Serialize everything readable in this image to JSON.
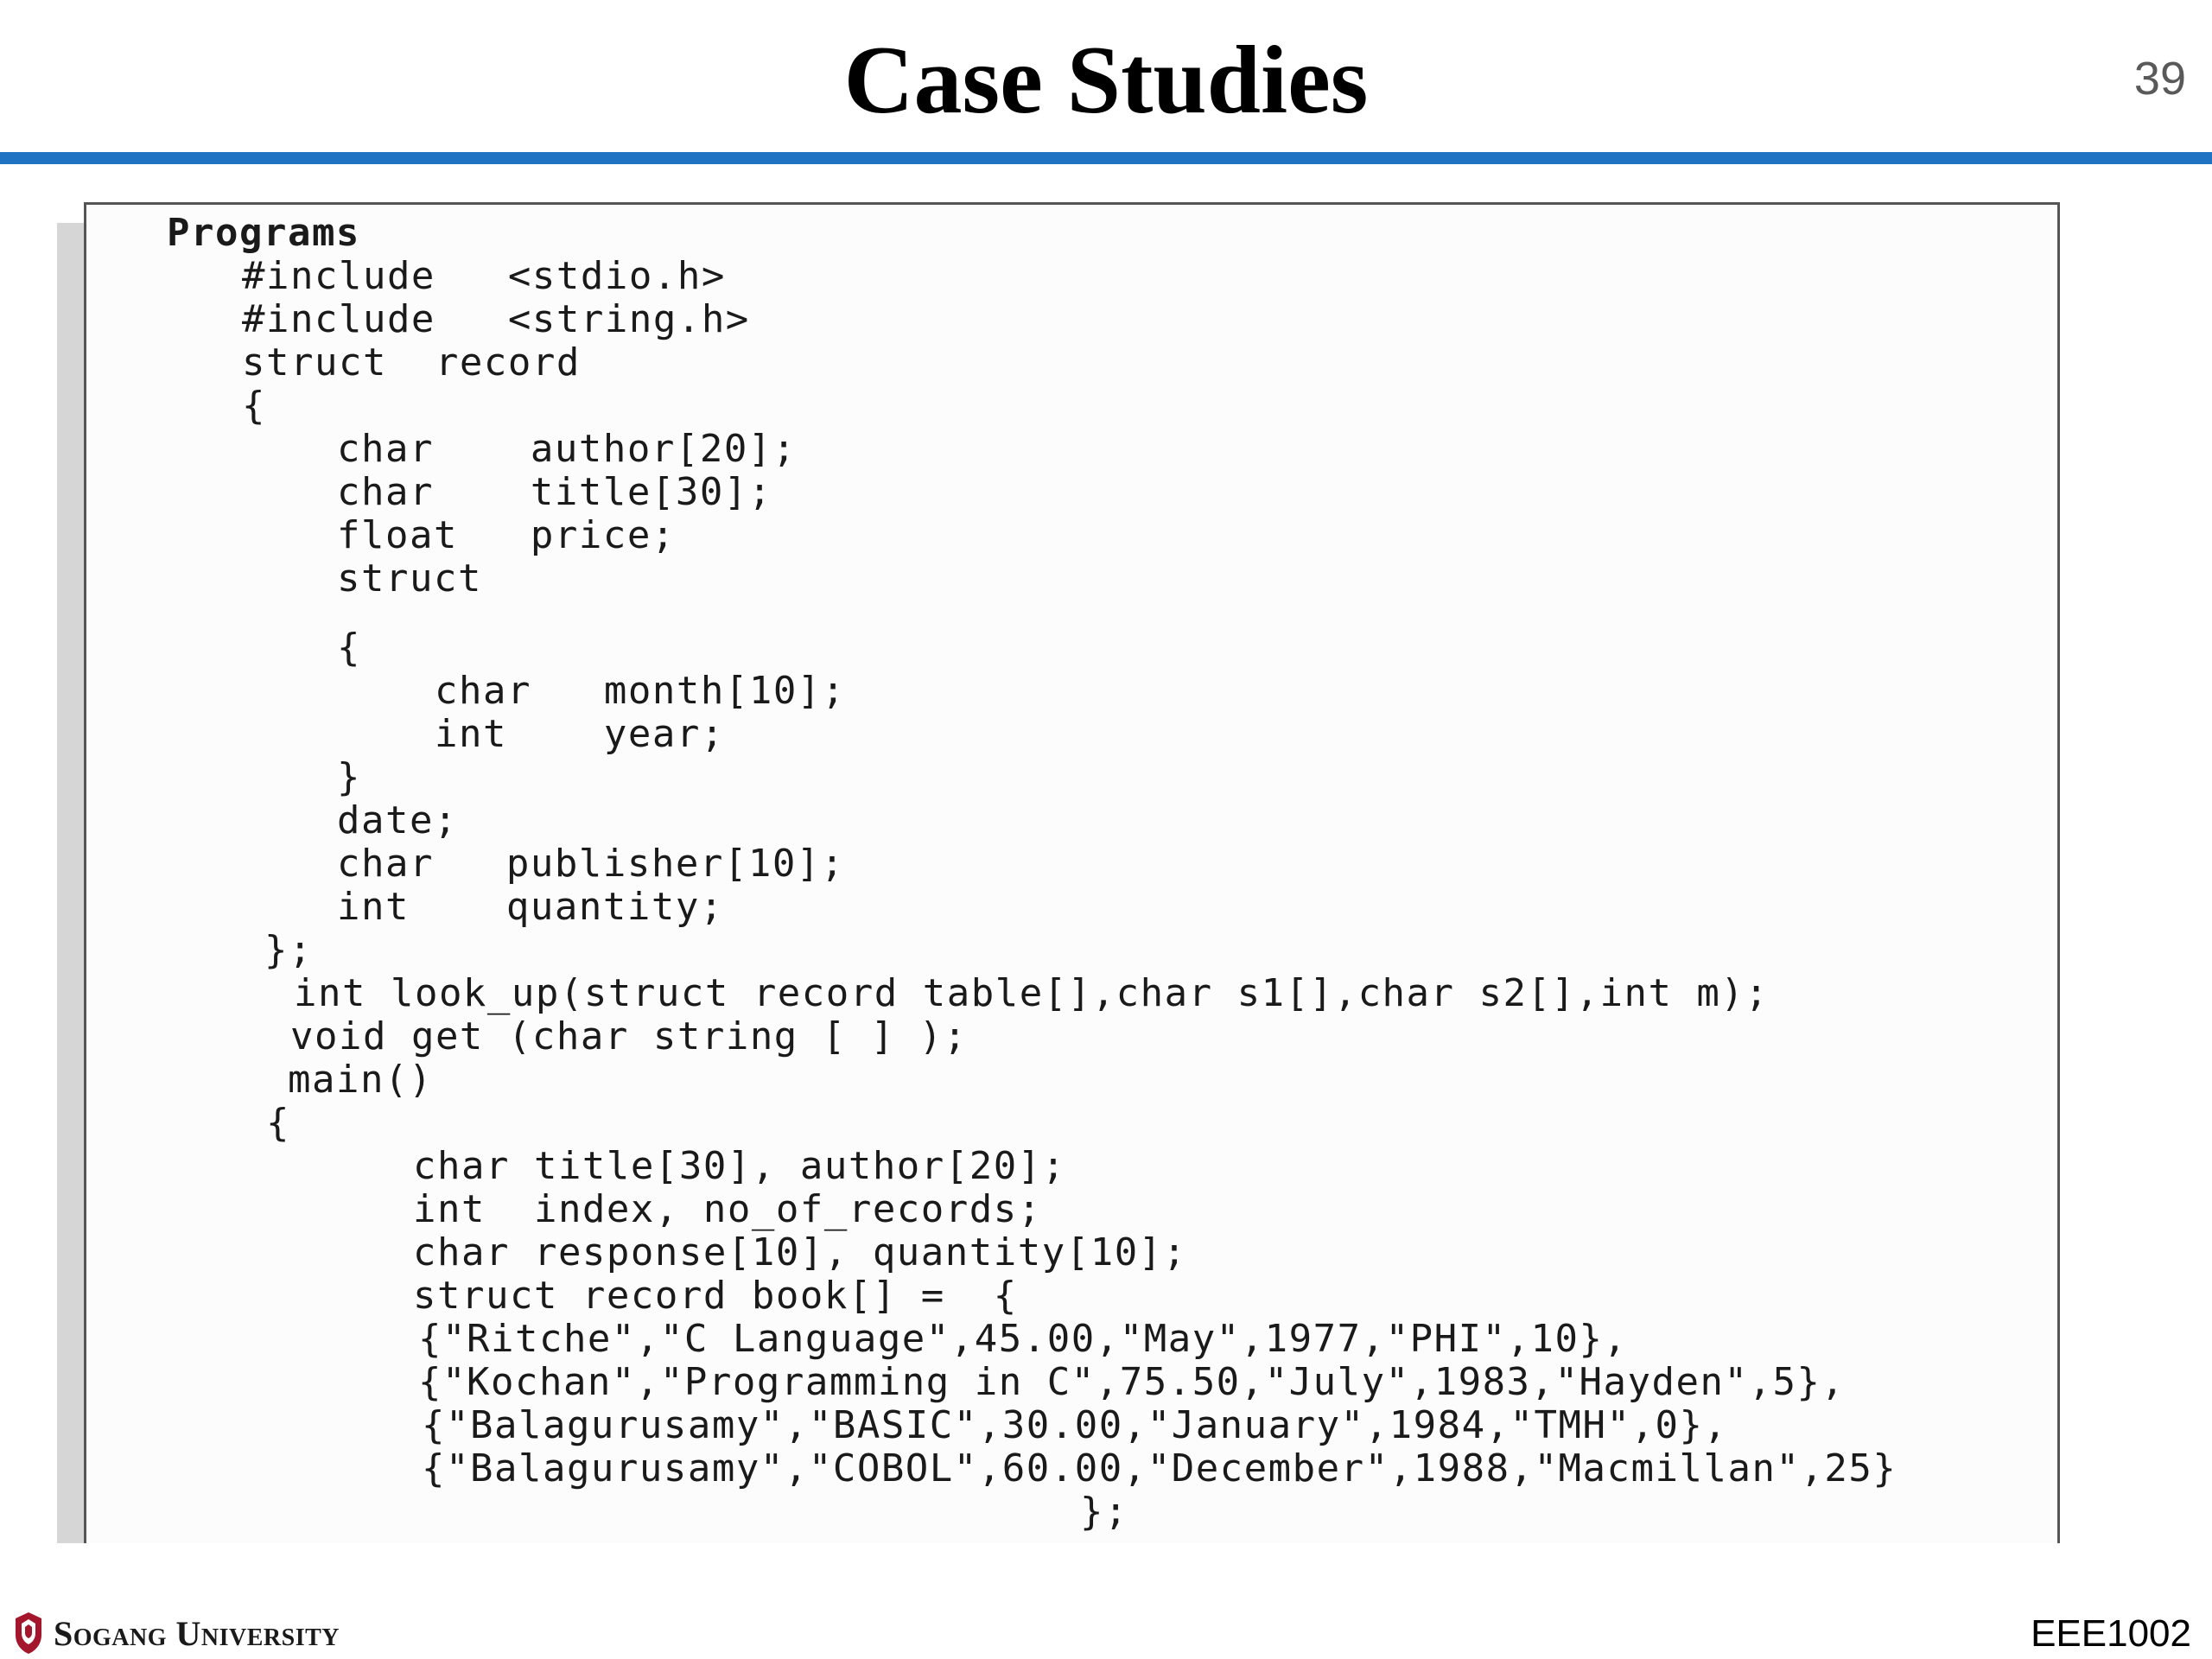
{
  "slide": {
    "title": "Case Studies",
    "page_number": "39"
  },
  "code": {
    "heading": "Programs",
    "lines": [
      "#include   <stdio.h>",
      "#include   <string.h>",
      "struct  record",
      "{",
      "char    author[20];",
      "char    title[30];",
      "float   price;",
      "struct",
      "{",
      "char   month[10];",
      "int    year;",
      "}",
      "date;",
      "char   publisher[10];",
      "int    quantity;",
      "};",
      "int look_up(struct record table[],char s1[],char s2[],int m);",
      "void get (char string [ ] );",
      "main()",
      "{",
      "char title[30], author[20];",
      "int  index, no_of_records;",
      "char response[10], quantity[10];",
      "struct record book[] =  {",
      "{\"Ritche\",\"C Language\",45.00,\"May\",1977,\"PHI\",10},",
      "{\"Kochan\",\"Programming in C\",75.50,\"July\",1983,\"Hayden\",5},",
      "{\"Balagurusamy\",\"BASIC\",30.00,\"January\",1984,\"TMH\",0},",
      "{\"Balagurusamy\",\"COBOL\",60.00,\"December\",1988,\"Macmillan\",25}",
      "};"
    ]
  },
  "footer": {
    "university": "Sogang University",
    "course": "EEE1002"
  },
  "colors": {
    "title_rule": "#1f73c2",
    "logo_red": "#a3162b"
  }
}
